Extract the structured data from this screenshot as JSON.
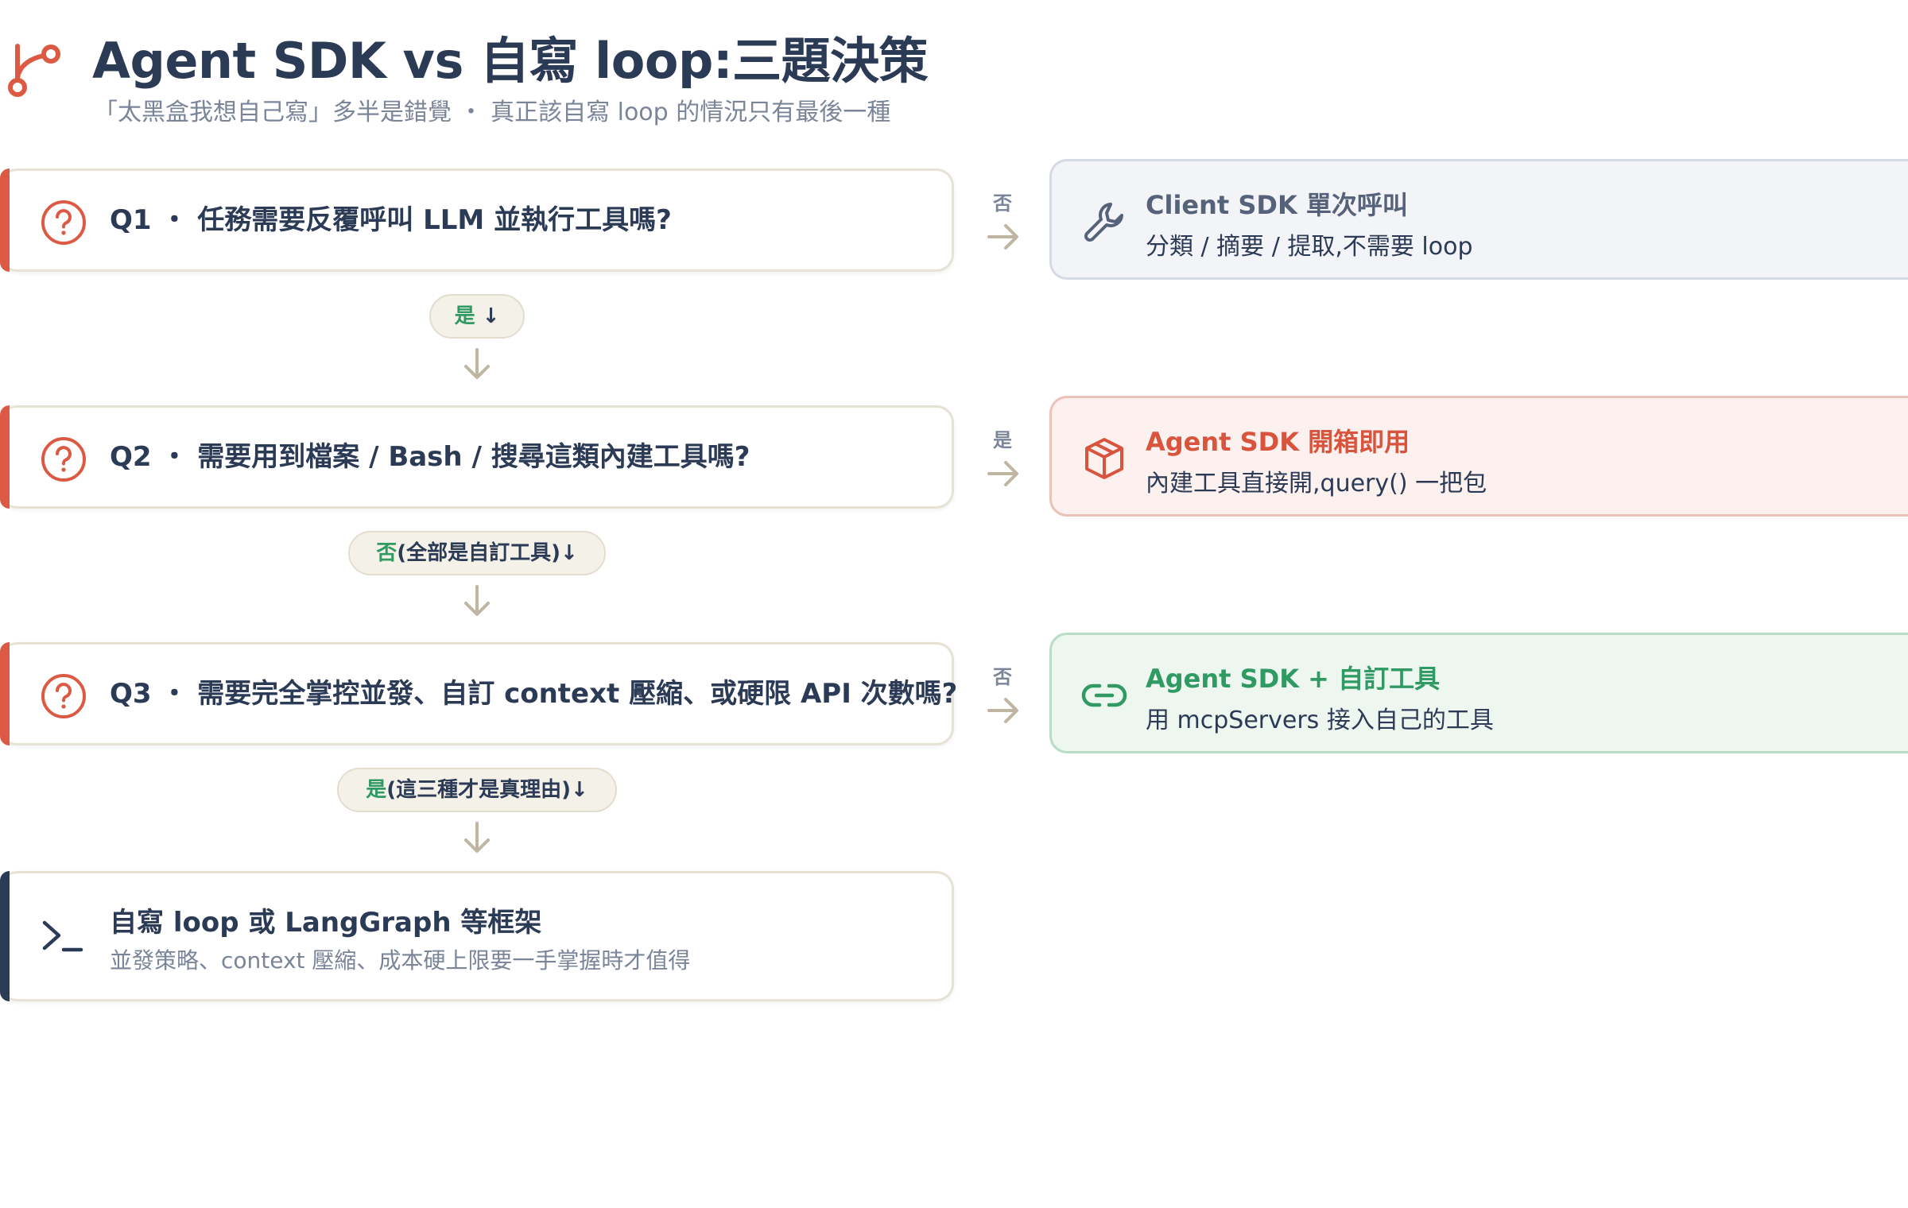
{
  "header": {
    "title": "Agent SDK vs 自寫 loop:三題決策",
    "subtitle": "「太黑盒我想自己寫」多半是錯覺 ・ 真正該自寫 loop 的情況只有最後一種",
    "logo_icon": "git-branch-icon"
  },
  "questions": [
    {
      "text": "Q1 ・ 任務需要反覆呼叫 LLM 並執行工具嗎?",
      "icon": "question-circle-icon"
    },
    {
      "text": "Q2 ・ 需要用到檔案 / Bash / 搜尋這類內建工具嗎?",
      "icon": "question-circle-icon"
    },
    {
      "text": "Q3 ・ 需要完全掌控並發、自訂 context 壓縮、或硬限 API 次數嗎?",
      "icon": "question-circle-icon"
    }
  ],
  "down_pills": [
    {
      "answer": "是",
      "rest": " ↓"
    },
    {
      "answer": "否",
      "rest": "(全部是自訂工具)↓"
    },
    {
      "answer": "是",
      "rest": "(這三種才是真理由)↓"
    }
  ],
  "side_labels": [
    "否",
    "是",
    "否"
  ],
  "outcomes": [
    {
      "title": "Client SDK 單次呼叫",
      "subtitle": "分類 / 摘要 / 提取,不需要 loop",
      "icon": "wrench-icon",
      "color": "#55627a"
    },
    {
      "title": "Agent SDK 開箱即用",
      "subtitle": "內建工具直接開,query() 一把包",
      "icon": "package-icon",
      "color": "#d9543c"
    },
    {
      "title": "Agent SDK + 自訂工具",
      "subtitle": "用 mcpServers 接入自己的工具",
      "icon": "link-icon",
      "color": "#2f9a62"
    }
  ],
  "final": {
    "title": "自寫 loop 或 LangGraph 等框架",
    "subtitle": "並發策略、context 壓縮、成本硬上限要一手掌握時才值得",
    "icon": "terminal-icon"
  },
  "colors": {
    "accent": "#dc5a43",
    "navy": "#2b3a55",
    "green": "#2f9a62",
    "muted": "#7a8599"
  }
}
